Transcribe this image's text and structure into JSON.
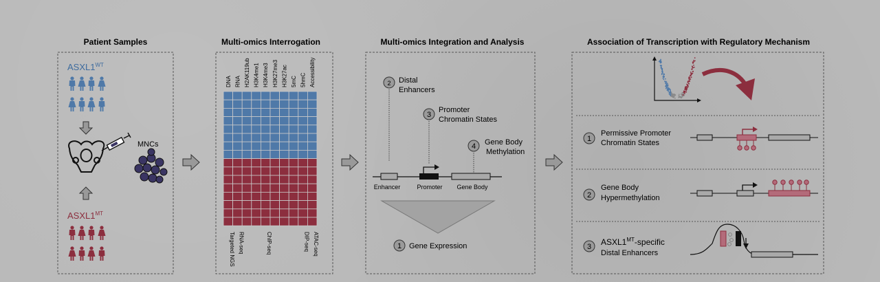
{
  "panel1": {
    "title": "Patient Samples",
    "wt_label": "ASXL1",
    "wt_sup": "WT",
    "mt_label": "ASXL1",
    "mt_sup": "MT",
    "mncs_label": "MNCs"
  },
  "panel2": {
    "title": "Multi-omics Interrogation",
    "columns": [
      "DNA",
      "RNA",
      "H2AK119ub",
      "H3K4me1",
      "H3K4me3",
      "H3K27me3",
      "H3K27ac",
      "5mC",
      "5hmC",
      "Accessibility"
    ],
    "assays": [
      "Targeted NGS",
      "RNA-seq",
      "ChIP-seq",
      "DIP-seq",
      "ATAC-seq"
    ]
  },
  "panel3": {
    "title": "Multi-omics Integration and Analysis",
    "item2_line1": "Distal",
    "item2_line2": "Enhancers",
    "item3_line1": "Promoter",
    "item3_line2": "Chromatin States",
    "item4_line1": "Gene Body",
    "item4_line2": "Methylation",
    "enhancer": "Enhancer",
    "promoter": "Promoter",
    "gene_body": "Gene Body",
    "item1": "Gene Expression",
    "num1": "1",
    "num2": "2",
    "num3": "3",
    "num4": "4"
  },
  "panel4": {
    "title": "Association of Transcription with Regulatory Mechanism",
    "m1_line1": "Permissive Promoter",
    "m1_line2": "Chromatin States",
    "m2_line1": "Gene Body",
    "m2_line2": "Hypermethylation",
    "m3_prefix": "ASXL1",
    "m3_sup": "MT",
    "m3_suffix": "-specific",
    "m3_line2": "Distal Enhancers",
    "num1": "1",
    "num2": "2",
    "num3": "3"
  },
  "colors": {
    "wt_blue": "#4f79a8",
    "mt_red": "#8c2e3e",
    "mncs": "#3a3563",
    "methyl": "#b36b7a"
  }
}
